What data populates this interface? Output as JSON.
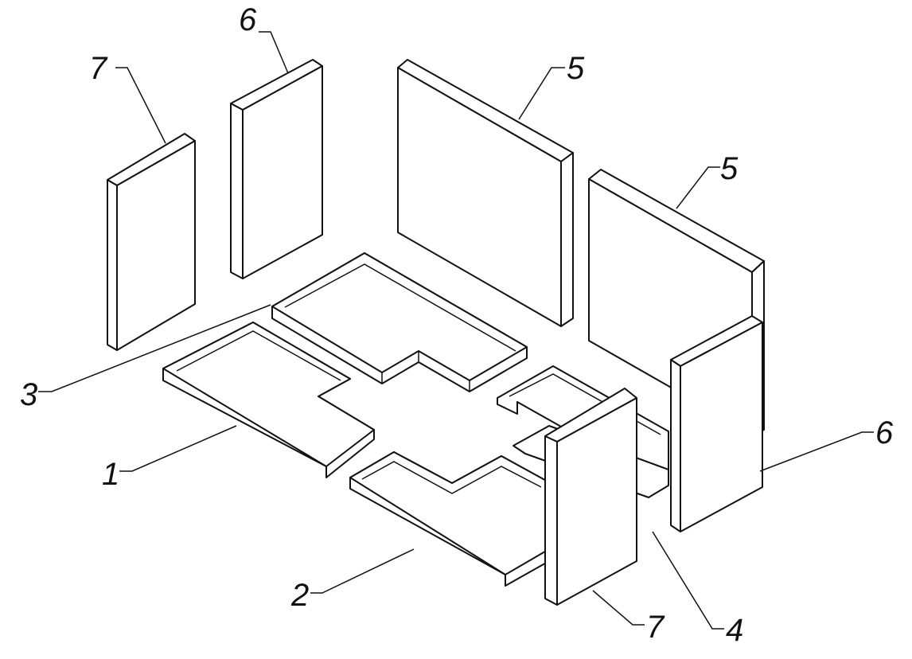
{
  "diagram": {
    "type": "exploded isometric view of firebox liner panels",
    "labels": [
      {
        "id": "label-7-top",
        "text": "7"
      },
      {
        "id": "label-6-top",
        "text": "6"
      },
      {
        "id": "label-5-top",
        "text": "5"
      },
      {
        "id": "label-5-right",
        "text": "5"
      },
      {
        "id": "label-3",
        "text": "3"
      },
      {
        "id": "label-1",
        "text": "1"
      },
      {
        "id": "label-2",
        "text": "2"
      },
      {
        "id": "label-7-bottom",
        "text": "7"
      },
      {
        "id": "label-4",
        "text": "4"
      },
      {
        "id": "label-6-right",
        "text": "6"
      }
    ]
  }
}
